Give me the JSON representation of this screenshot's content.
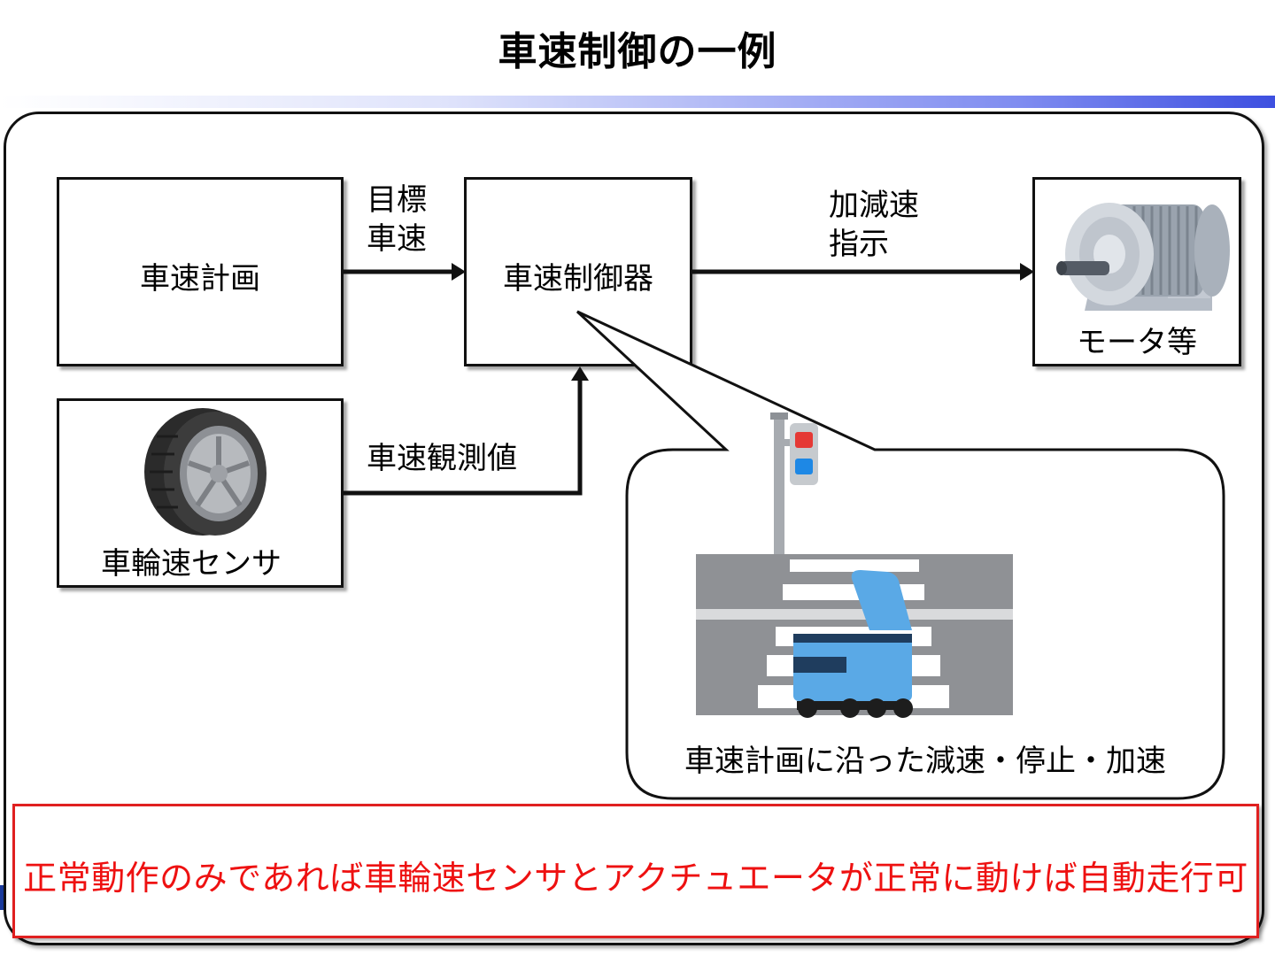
{
  "title": "車速制御の一例",
  "nodes": {
    "speed_plan": "車速計画",
    "speed_controller": "車速制御器",
    "motor": "モータ等",
    "wheel_sensor": "車輪速センサ"
  },
  "edges": {
    "target_speed": [
      "目標",
      "車速"
    ],
    "accel_command": [
      "加減速",
      "指示"
    ],
    "measured_speed": "車速観測値"
  },
  "callout": {
    "caption": "車速計画に沿った減速・停止・加速"
  },
  "note": "正常動作のみであれば車輪速センサとアクチュエータが正常に動けば自動走行可",
  "colors": {
    "note_text": "#ee1111",
    "note_border": "#e02020",
    "robot": "#5aa9e6",
    "signal_red": "#e53935",
    "signal_blue": "#1e88e5"
  },
  "icons": [
    "tire-icon",
    "electric-motor-icon",
    "traffic-signal-icon",
    "crosswalk-icon",
    "delivery-robot-icon"
  ]
}
